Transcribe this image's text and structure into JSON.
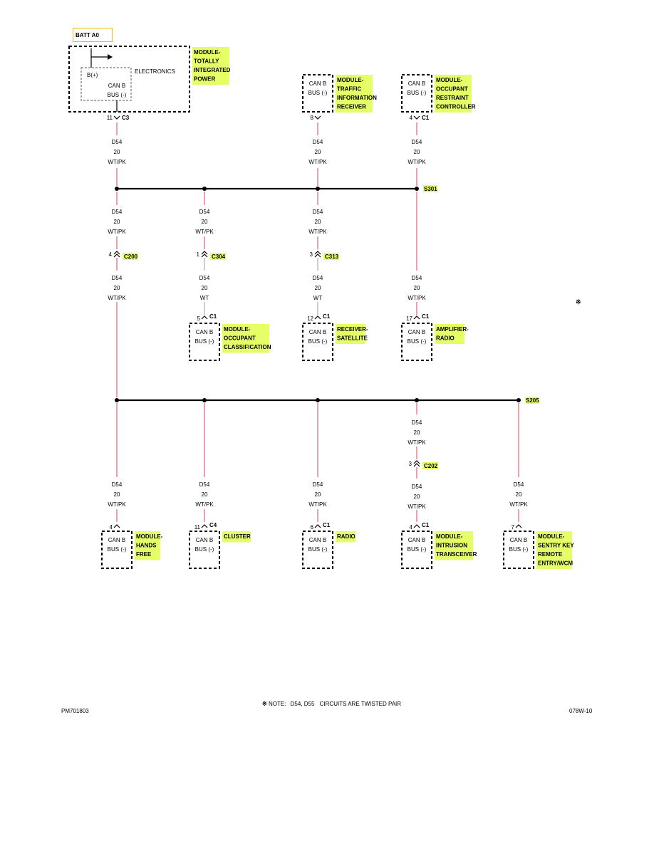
{
  "batt_label": "BATT A0",
  "main_module": {
    "name_lines": [
      "MODULE-",
      "TOTALLY",
      "INTEGRATED",
      "POWER"
    ],
    "electronics": "ELECTRONICS",
    "bplus": "B(+)",
    "canb": "CAN B",
    "bus": "BUS (-)",
    "pin": "11",
    "connector": "C3"
  },
  "top_modules": [
    {
      "name_lines": [
        "MODULE-",
        "TRAFFIC",
        "INFORMATION",
        "RECEIVER"
      ],
      "canb": "CAN B",
      "bus": "BUS (-)",
      "pin": "8",
      "connector": ""
    },
    {
      "name_lines": [
        "MODULE-",
        "OCCUPANT",
        "RESTRAINT",
        "CONTROLLER"
      ],
      "canb": "CAN B",
      "bus": "BUS (-)",
      "pin": "4",
      "connector": "C1"
    }
  ],
  "wire": {
    "circuit": "D54",
    "gauge": "20",
    "color_pk": "WT/PK",
    "color_wt": "WT"
  },
  "splices": {
    "upper": "S301",
    "lower": "S205"
  },
  "inline_connectors": [
    {
      "pin": "4",
      "name": "C200"
    },
    {
      "pin": "1",
      "name": "C304"
    },
    {
      "pin": "3",
      "name": "C313"
    },
    {
      "pin": "3",
      "name": "C202"
    }
  ],
  "mid_modules": [
    {
      "name_lines": [
        "MODULE-",
        "OCCUPANT",
        "CLASSIFICATION"
      ],
      "canb": "CAN B",
      "bus": "BUS (-)",
      "pin": "5",
      "connector": "C1"
    },
    {
      "name_lines": [
        "RECEIVER-",
        "SATELLITE"
      ],
      "canb": "CAN B",
      "bus": "BUS (-)",
      "pin": "12",
      "connector": "C1"
    },
    {
      "name_lines": [
        "AMPLIFIER-",
        "RADIO"
      ],
      "canb": "CAN B",
      "bus": "BUS (-)",
      "pin": "17",
      "connector": "C1"
    }
  ],
  "bottom_modules": [
    {
      "name_lines": [
        "MODULE-",
        "HANDS",
        "FREE"
      ],
      "canb": "CAN B",
      "bus": "BUS (-)",
      "pin": "4",
      "connector": ""
    },
    {
      "name_lines": [
        "CLUSTER"
      ],
      "canb": "CAN B",
      "bus": "BUS (-)",
      "pin": "11",
      "connector": "C4"
    },
    {
      "name_lines": [
        "RADIO"
      ],
      "canb": "CAN B",
      "bus": "BUS (-)",
      "pin": "6",
      "connector": "C1"
    },
    {
      "name_lines": [
        "MODULE-",
        "INTRUSION",
        "TRANSCEIVER"
      ],
      "canb": "CAN B",
      "bus": "BUS (-)",
      "pin": "4",
      "connector": "C1"
    },
    {
      "name_lines": [
        "MODULE-",
        "SENTRY KEY",
        "REMOTE",
        "ENTRY/WCM"
      ],
      "canb": "CAN B",
      "bus": "BUS (-)",
      "pin": "7",
      "connector": ""
    }
  ],
  "twisted_pair_symbol": "※",
  "note": {
    "symbol": "※",
    "label": "NOTE:",
    "circuits": "D54, D55",
    "text": "CIRCUITS ARE TWISTED PAIR"
  },
  "footer_left": "PM701803",
  "footer_right": "078W-10",
  "colors": {
    "wire": "#e8a3ad",
    "wire_wt": "#cfcfcf",
    "highlight": "#e6ff66",
    "batt_border": "#f2c200"
  }
}
